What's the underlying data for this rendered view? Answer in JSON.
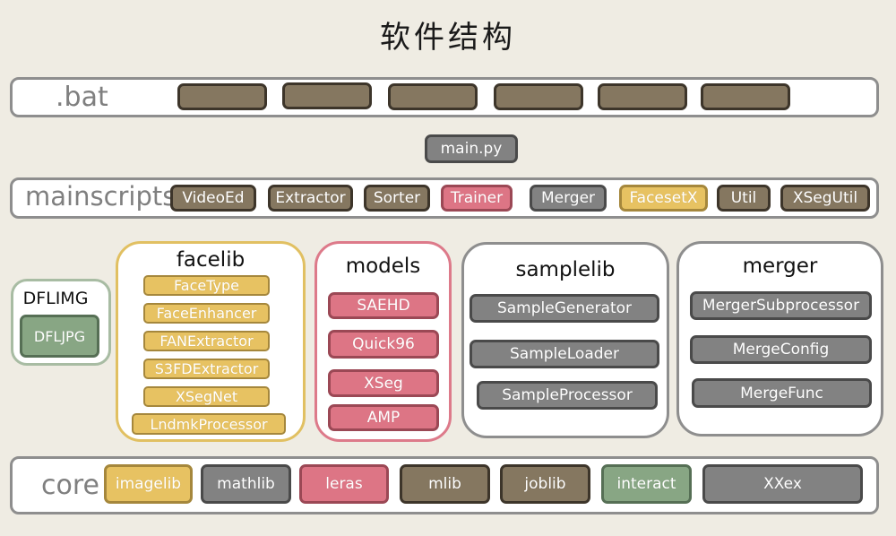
{
  "title": "软件结构",
  "bat": {
    "label": ".bat",
    "chips": [
      "",
      "",
      "",
      "",
      "",
      ""
    ]
  },
  "main_py": "main.py",
  "mainscripts": {
    "label": "mainscripts",
    "items": [
      "VideoEd",
      "Extractor",
      "Sorter",
      "Trainer",
      "Merger",
      "FacesetX",
      "Util",
      "XSegUtil"
    ]
  },
  "dflimg": {
    "title": "DFLIMG",
    "items": [
      "DFLJPG"
    ]
  },
  "facelib": {
    "title": "facelib",
    "items": [
      "FaceType",
      "FaceEnhancer",
      "FANExtractor",
      "S3FDExtractor",
      "XSegNet",
      "LndmkProcessor"
    ]
  },
  "models": {
    "title": "models",
    "items": [
      "SAEHD",
      "Quick96",
      "XSeg",
      "AMP"
    ]
  },
  "samplelib": {
    "title": "samplelib",
    "items": [
      "SampleGenerator",
      "SampleLoader",
      "SampleProcessor"
    ]
  },
  "merger": {
    "title": "merger",
    "items": [
      "MergerSubprocessor",
      "MergeConfig",
      "MergeFunc"
    ]
  },
  "core": {
    "label": "core",
    "items": [
      "imagelib",
      "mathlib",
      "leras",
      "mlib",
      "joblib",
      "interact",
      "XXex"
    ]
  },
  "colors": {
    "brown": "#857760",
    "gray": "#828282",
    "pink": "#dd7585",
    "yellow": "#e7c262",
    "green": "#88a684",
    "background": "#efece3"
  }
}
